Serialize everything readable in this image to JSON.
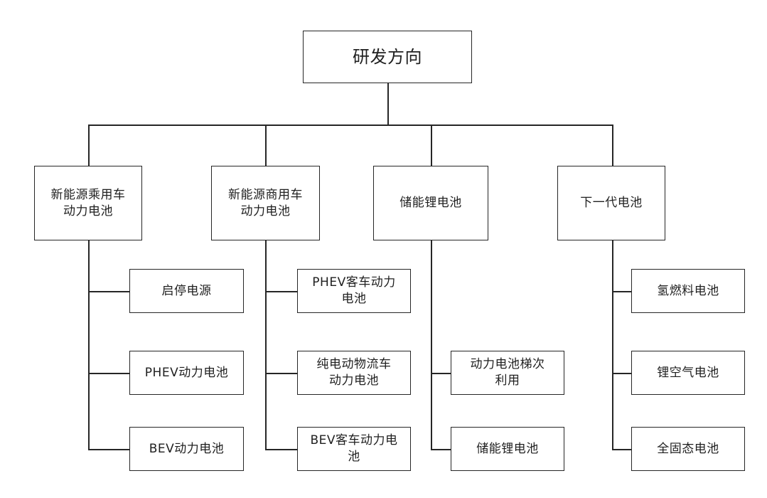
{
  "diagram": {
    "title": "研发方向",
    "root": {
      "label": "研发方向"
    },
    "branches": [
      {
        "id": "branch-new-energy-passenger",
        "label": "新能源乘用车\n动力电池",
        "label_lines": [
          "新能源乘用车",
          "动力电池"
        ],
        "children": [
          {
            "id": "child-start-stop-power",
            "label": "启停电源",
            "label_lines": [
              "启停电源"
            ]
          },
          {
            "id": "child-phev-power-battery",
            "label": "PHEV动力电池",
            "label_lines": [
              "PHEV动力电池"
            ]
          },
          {
            "id": "child-bev-power-battery",
            "label": "BEV动力电池",
            "label_lines": [
              "BEV动力电池"
            ]
          }
        ]
      },
      {
        "id": "branch-new-energy-commercial",
        "label": "新能源商用车\n动力电池",
        "label_lines": [
          "新能源商用车",
          "动力电池"
        ],
        "children": [
          {
            "id": "child-phev-bus-power-battery",
            "label": "PHEV客车动力电池",
            "label_lines": [
              "PHEV客车动力",
              "电池"
            ]
          },
          {
            "id": "child-bev-logistics-power-battery",
            "label": "纯电动物流车动力电池",
            "label_lines": [
              "纯电动物流车",
              "动力电池"
            ]
          },
          {
            "id": "child-bev-bus-power-battery",
            "label": "BEV客车动力电池",
            "label_lines": [
              "BEV客车动力电",
              "池"
            ]
          }
        ]
      },
      {
        "id": "branch-energy-storage-lithium",
        "label": "储能锂电池",
        "label_lines": [
          "储能锂电池"
        ],
        "children": [
          {
            "id": "child-battery-echelon-utilization",
            "label": "动力电池梯次利用",
            "label_lines": [
              "动力电池梯次",
              "利用"
            ]
          },
          {
            "id": "child-energy-storage-lithium-battery",
            "label": "储能锂电池",
            "label_lines": [
              "储能锂电池"
            ]
          }
        ]
      },
      {
        "id": "branch-next-generation",
        "label": "下一代电池",
        "label_lines": [
          "下一代电池"
        ],
        "children": [
          {
            "id": "child-hydrogen-fuel-cell",
            "label": "氢燃料电池",
            "label_lines": [
              "氢燃料电池"
            ]
          },
          {
            "id": "child-lithium-air-battery",
            "label": "锂空气电池",
            "label_lines": [
              "锂空气电池"
            ]
          },
          {
            "id": "child-all-solid-state-battery",
            "label": "全固态电池",
            "label_lines": [
              "全固态电池"
            ]
          }
        ]
      }
    ],
    "colors": {
      "stroke": "#262626",
      "fill": "#ffffff",
      "text": "#1f1f1f",
      "background": "#ffffff"
    }
  }
}
